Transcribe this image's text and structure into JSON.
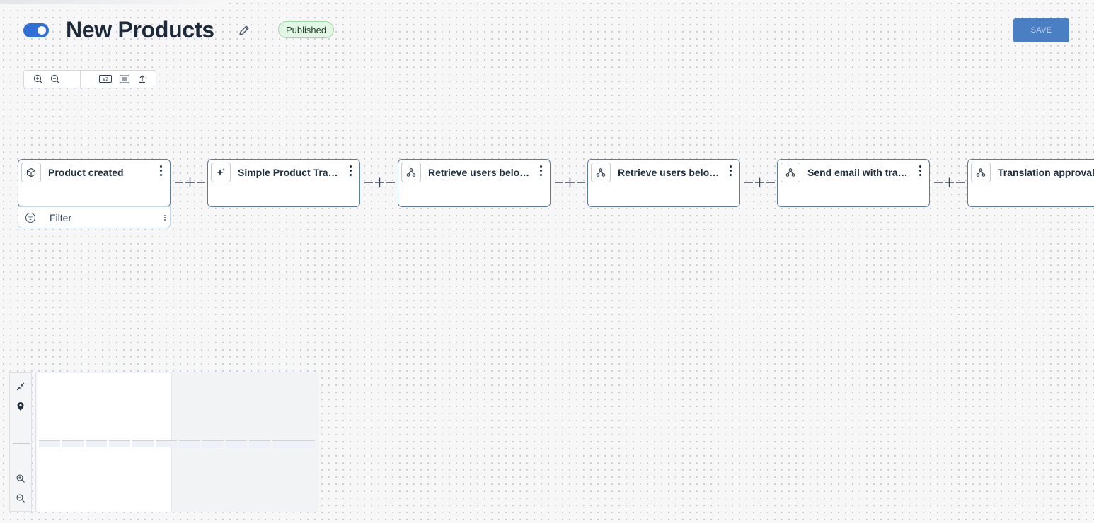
{
  "header": {
    "title": "New Products",
    "status_badge": "Published",
    "save_label": "SAVE",
    "enabled": true
  },
  "toolbar": {
    "icons": [
      "zoom-in-icon",
      "zoom-out-icon",
      "v2-icon",
      "list-icon",
      "export-icon"
    ],
    "version_label": "V2"
  },
  "workflow": {
    "nodes": [
      {
        "label": "Product created",
        "icon": "cube-icon"
      },
      {
        "label": "Simple Product Translation",
        "icon": "sparkles-icon"
      },
      {
        "label": "Retrieve users belonging to group",
        "icon": "webhook-icon"
      },
      {
        "label": "Retrieve users belonging to group",
        "icon": "webhook-icon"
      },
      {
        "label": "Send email with translations",
        "icon": "webhook-icon"
      },
      {
        "label": "Translation approval step",
        "icon": "webhook-icon"
      }
    ],
    "filter_label": "Filter"
  },
  "minimap_controls": {
    "icons": [
      "collapse-icon",
      "location-pin-icon",
      "zoom-in-icon",
      "zoom-out-icon"
    ]
  },
  "colors": {
    "accent": "#2f6fd6",
    "save_button": "#4a7fc4",
    "badge_bg": "#e3f6e5",
    "node_border": "#5d7aa5"
  }
}
